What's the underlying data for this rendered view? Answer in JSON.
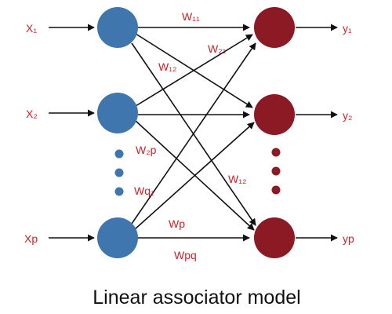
{
  "caption": "Linear associator model",
  "colors": {
    "input_node": "#3f76ae",
    "output_node": "#8b1a24",
    "label": "#cc2229",
    "edge": "#111111"
  },
  "inputs": [
    {
      "id": "x1",
      "label": "X₁"
    },
    {
      "id": "x2",
      "label": "X₂"
    },
    {
      "id": "xp",
      "label": "Xp"
    }
  ],
  "outputs": [
    {
      "id": "y1",
      "label": "y₁"
    },
    {
      "id": "y2",
      "label": "y₂"
    },
    {
      "id": "yp",
      "label": "yp"
    }
  ],
  "weights": {
    "w11": "W₁₁",
    "w21": "W₂₁",
    "w12_top": "W₁₂",
    "w2p": "W₂p",
    "wq1": "Wq₁",
    "w12_right": "W₁₂",
    "wp": "Wp",
    "wpq": "Wpq"
  }
}
